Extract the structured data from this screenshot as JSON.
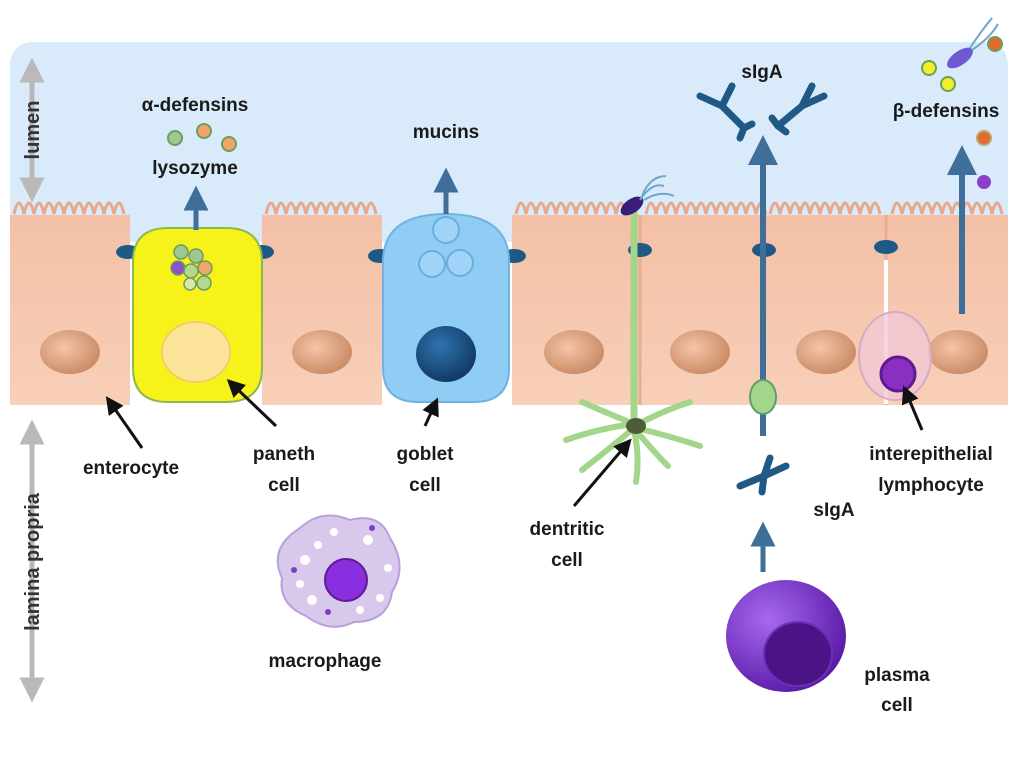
{
  "regions": {
    "lumen": "lumen",
    "lamina_propria": "lamina propria"
  },
  "labels": {
    "alpha_defensins": "α-defensins",
    "lysozyme": "lysozyme",
    "mucins": "mucins",
    "siga_top": "sIgA",
    "beta_defensins": "β-defensins",
    "enterocyte": "enterocyte",
    "paneth_line1": "paneth",
    "paneth_line2": "cell",
    "goblet_line1": "goblet",
    "goblet_line2": "cell",
    "dendritic_line1": "dentritic",
    "dendritic_line2": "cell",
    "siga_bottom": "sIgA",
    "iel_line1": "interepithelial",
    "iel_line2": "lymphocyte",
    "macrophage": "macrophage",
    "plasma_line1": "plasma",
    "plasma_line2": "cell"
  },
  "colors": {
    "lumen": "#d9ebfa",
    "epithelium": "#f7c6ad",
    "paneth": "#f6f21a",
    "goblet": "#8fcdf5",
    "arrow_blue": "#3f6f99",
    "dendritic": "#a3d68a",
    "plasma": "#7b2fd8",
    "macrophage": "#d8c8ec"
  }
}
